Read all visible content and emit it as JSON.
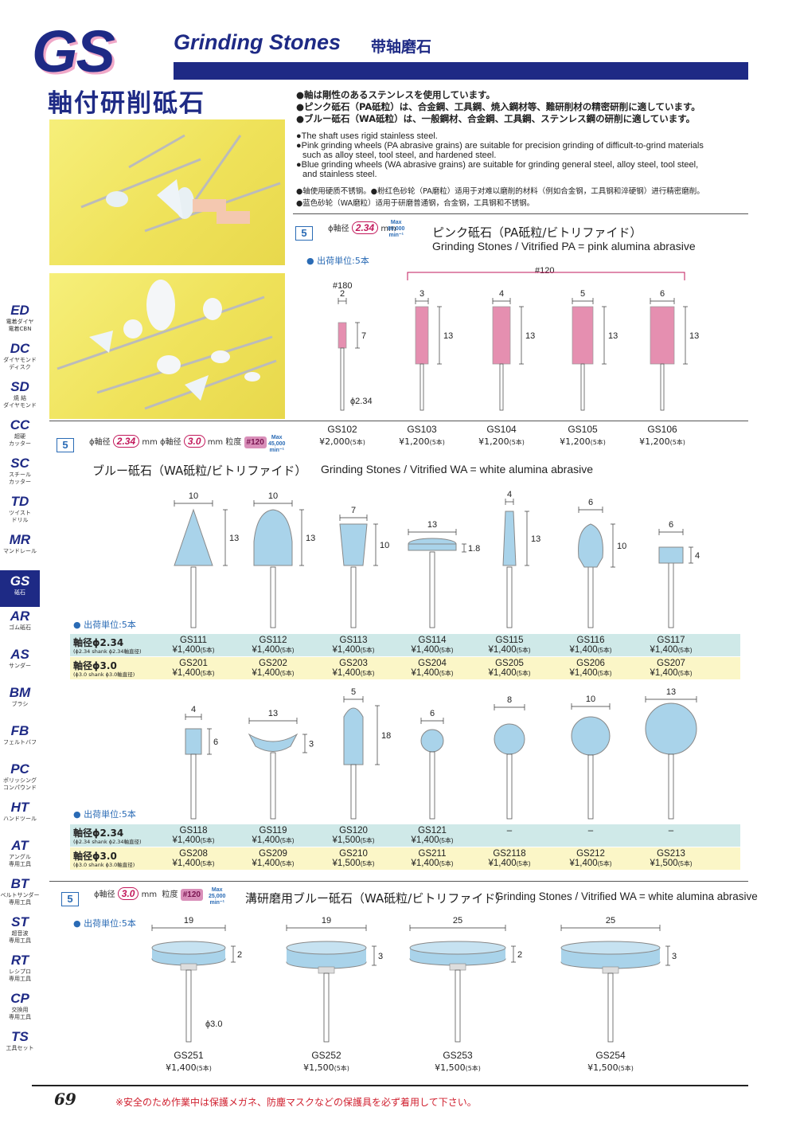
{
  "header": {
    "logo": "GS",
    "title_en": "Grinding Stones",
    "title_cn": "带轴磨石",
    "title_jp": "軸付研削砥石"
  },
  "notes": {
    "jp": [
      "●軸は剛性のあるステンレスを使用しています。",
      "●ピンク砥石（PA砥粒）は、合金鋼、工具鋼、焼入鋼材等、難研削材の精密研削に適しています。",
      "●ブルー砥石（WA砥粒）は、一般鋼材、合金鋼、工具鋼、ステンレス鋼の研削に適しています。"
    ],
    "en": [
      "●The shaft uses rigid stainless steel.",
      "●Pink grinding wheels (PA abrasive grains) are suitable for precision grinding of difficult-to-grind materials",
      "such as alloy steel, tool steel, and hardened steel.",
      "●Blue grinding wheels (WA abrasive grains) are suitable for grinding general steel, alloy steel, tool steel,",
      "and stainless steel."
    ],
    "zh": [
      "●轴使用硬质不锈钢。●粉红色砂轮（PA磨粒）适用于对难以磨削的材料（例如合金钢，工具钢和淬硬钢）进行精密磨削。",
      "●蓝色砂轮（WA磨粒）适用于研磨普通钢，合金钢，工具钢和不锈钢。"
    ]
  },
  "sidebar": [
    {
      "code": "ED",
      "sub": [
        "電着ダイヤ",
        "電着CBN"
      ]
    },
    {
      "code": "DC",
      "sub": [
        "ダイヤモンド",
        "ディスク"
      ]
    },
    {
      "code": "SD",
      "sub": [
        "焼 結",
        "ダイヤモンド"
      ]
    },
    {
      "code": "CC",
      "sub": [
        "超硬",
        "カッター"
      ]
    },
    {
      "code": "SC",
      "sub": [
        "スチール",
        "カッター"
      ]
    },
    {
      "code": "TD",
      "sub": [
        "ツイスト",
        "ドリル"
      ]
    },
    {
      "code": "MR",
      "sub": [
        "マンドレール"
      ]
    },
    {
      "code": "GS",
      "sub": [
        "砥石"
      ],
      "active": true
    },
    {
      "code": "AR",
      "sub": [
        "ゴム砥石"
      ]
    },
    {
      "code": "AS",
      "sub": [
        "サンダー"
      ]
    },
    {
      "code": "BM",
      "sub": [
        "ブラシ"
      ]
    },
    {
      "code": "FB",
      "sub": [
        "フェルトバフ"
      ]
    },
    {
      "code": "PC",
      "sub": [
        "ポリッシング",
        "コンパウンド"
      ]
    },
    {
      "code": "HT",
      "sub": [
        "ハンドツール"
      ]
    },
    {
      "code": "AT",
      "sub": [
        "アングル",
        "専用工具"
      ]
    },
    {
      "code": "BT",
      "sub": [
        "ベルトサンダー",
        "専用工具"
      ]
    },
    {
      "code": "ST",
      "sub": [
        "超音波",
        "専用工具"
      ]
    },
    {
      "code": "RT",
      "sub": [
        "レシプロ",
        "専用工具"
      ]
    },
    {
      "code": "CP",
      "sub": [
        "交換用",
        "専用工具"
      ]
    },
    {
      "code": "TS",
      "sub": [
        "工具セット"
      ]
    }
  ],
  "pink": {
    "box": "5",
    "shaft_label": "ϕ軸径",
    "shaft": "2.34",
    "mm": "mm",
    "max": [
      "Max",
      "80,000",
      "min⁻¹"
    ],
    "title_jp": "ピンク砥石（PA砥粒/ビトリファイド）",
    "title_en": "Grinding Stones / Vitrified PA = pink alumina abrasive",
    "unit": "出荷単位:5本",
    "grit180": "#180",
    "grit120": "#120",
    "d234": "ϕ2.34",
    "items": [
      {
        "code": "GS102",
        "price": "¥2,000",
        "unit": "(5本)",
        "w": "2",
        "h": "7"
      },
      {
        "code": "GS103",
        "price": "¥1,200",
        "unit": "(5本)",
        "w": "3",
        "h": "13"
      },
      {
        "code": "GS104",
        "price": "¥1,200",
        "unit": "(5本)",
        "w": "4",
        "h": "13"
      },
      {
        "code": "GS105",
        "price": "¥1,200",
        "unit": "(5本)",
        "w": "5",
        "h": "13"
      },
      {
        "code": "GS106",
        "price": "¥1,200",
        "unit": "(5本)",
        "w": "6",
        "h": "13"
      }
    ]
  },
  "blue": {
    "box": "5",
    "shaft_label": "ϕ軸径",
    "shaft1": "2.34",
    "shaft2": "3.0",
    "mm": "mm",
    "grit_label": "粒度",
    "grit": "#120",
    "max": [
      "Max",
      "45,000",
      "min⁻¹"
    ],
    "title_jp": "ブルー砥石（WA砥粒/ビトリファイド）",
    "title_en": "Grinding Stones / Vitrified WA = white alumina abrasive",
    "unit": "出荷単位:5本",
    "row1_label": "軸径ϕ2.34",
    "row1_sub": "(ϕ2.34 shank  ϕ2.34軸直径)",
    "row2_label": "軸径ϕ3.0",
    "row2_sub": "(ϕ3.0 shank  ϕ3.0軸直径)",
    "setA": [
      {
        "w": "10",
        "h": "13",
        "c1": "GS111",
        "p1": "¥1,400",
        "c2": "GS201",
        "p2": "¥1,400"
      },
      {
        "w": "10",
        "h": "13",
        "c1": "GS112",
        "p1": "¥1,400",
        "c2": "GS202",
        "p2": "¥1,400"
      },
      {
        "w": "7",
        "h": "10",
        "c1": "GS113",
        "p1": "¥1,400",
        "c2": "GS203",
        "p2": "¥1,400"
      },
      {
        "w": "13",
        "h": "1.8",
        "c1": "GS114",
        "p1": "¥1,400",
        "c2": "GS204",
        "p2": "¥1,400"
      },
      {
        "w": "4",
        "h": "13",
        "c1": "GS115",
        "p1": "¥1,400",
        "c2": "GS205",
        "p2": "¥1,400"
      },
      {
        "w": "6",
        "h": "10",
        "c1": "GS116",
        "p1": "¥1,400",
        "c2": "GS206",
        "p2": "¥1,400"
      },
      {
        "w": "6",
        "h": "4",
        "c1": "GS117",
        "p1": "¥1,400",
        "c2": "GS207",
        "p2": "¥1,400"
      }
    ],
    "setB": [
      {
        "w": "4",
        "h": "6",
        "c1": "GS118",
        "p1": "¥1,400",
        "c2": "GS208",
        "p2": "¥1,400"
      },
      {
        "w": "13",
        "h": "3",
        "c1": "GS119",
        "p1": "¥1,400",
        "c2": "GS209",
        "p2": "¥1,400"
      },
      {
        "w": "5",
        "h": "18",
        "c1": "GS120",
        "p1": "¥1,500",
        "c2": "GS210",
        "p2": "¥1,500"
      },
      {
        "w": "6",
        "h": "",
        "c1": "GS121",
        "p1": "¥1,400",
        "c2": "GS211",
        "p2": "¥1,400"
      },
      {
        "w": "8",
        "h": "",
        "c1": "–",
        "p1": "",
        "c2": "GS2118",
        "p2": "¥1,400"
      },
      {
        "w": "10",
        "h": "",
        "c1": "–",
        "p1": "",
        "c2": "GS212",
        "p2": "¥1,400"
      },
      {
        "w": "13",
        "h": "",
        "c1": "–",
        "p1": "",
        "c2": "GS213",
        "p2": "¥1,500"
      }
    ],
    "unitp": "(5本)"
  },
  "groove": {
    "box": "5",
    "shaft_label": "ϕ軸径",
    "shaft": "3.0",
    "mm": "mm",
    "grit_label": "粒度",
    "grit": "#120",
    "max": [
      "Max",
      "25,000",
      "min⁻¹"
    ],
    "title_jp": "溝研磨用ブルー砥石（WA砥粒/ビトリファイド）",
    "title_en": "Grinding Stones / Vitrified WA = white alumina abrasive",
    "unit": "出荷単位:5本",
    "d30": "ϕ3.0",
    "items": [
      {
        "code": "GS251",
        "price": "¥1,400",
        "unit": "(5本)",
        "w": "19",
        "h": "2"
      },
      {
        "code": "GS252",
        "price": "¥1,500",
        "unit": "(5本)",
        "w": "19",
        "h": "3"
      },
      {
        "code": "GS253",
        "price": "¥1,500",
        "unit": "(5本)",
        "w": "25",
        "h": "2"
      },
      {
        "code": "GS254",
        "price": "¥1,500",
        "unit": "(5本)",
        "w": "25",
        "h": "3"
      }
    ]
  },
  "footer": {
    "page": "69",
    "warning": "※安全のため作業中は保護メガネ、防塵マスクなどの保護具を必ず着用して下さい。"
  },
  "colors": {
    "navy": "#1e2a85",
    "pink": "#e58fb0",
    "blue": "#a9d3ea",
    "accent": "#c2185b"
  }
}
